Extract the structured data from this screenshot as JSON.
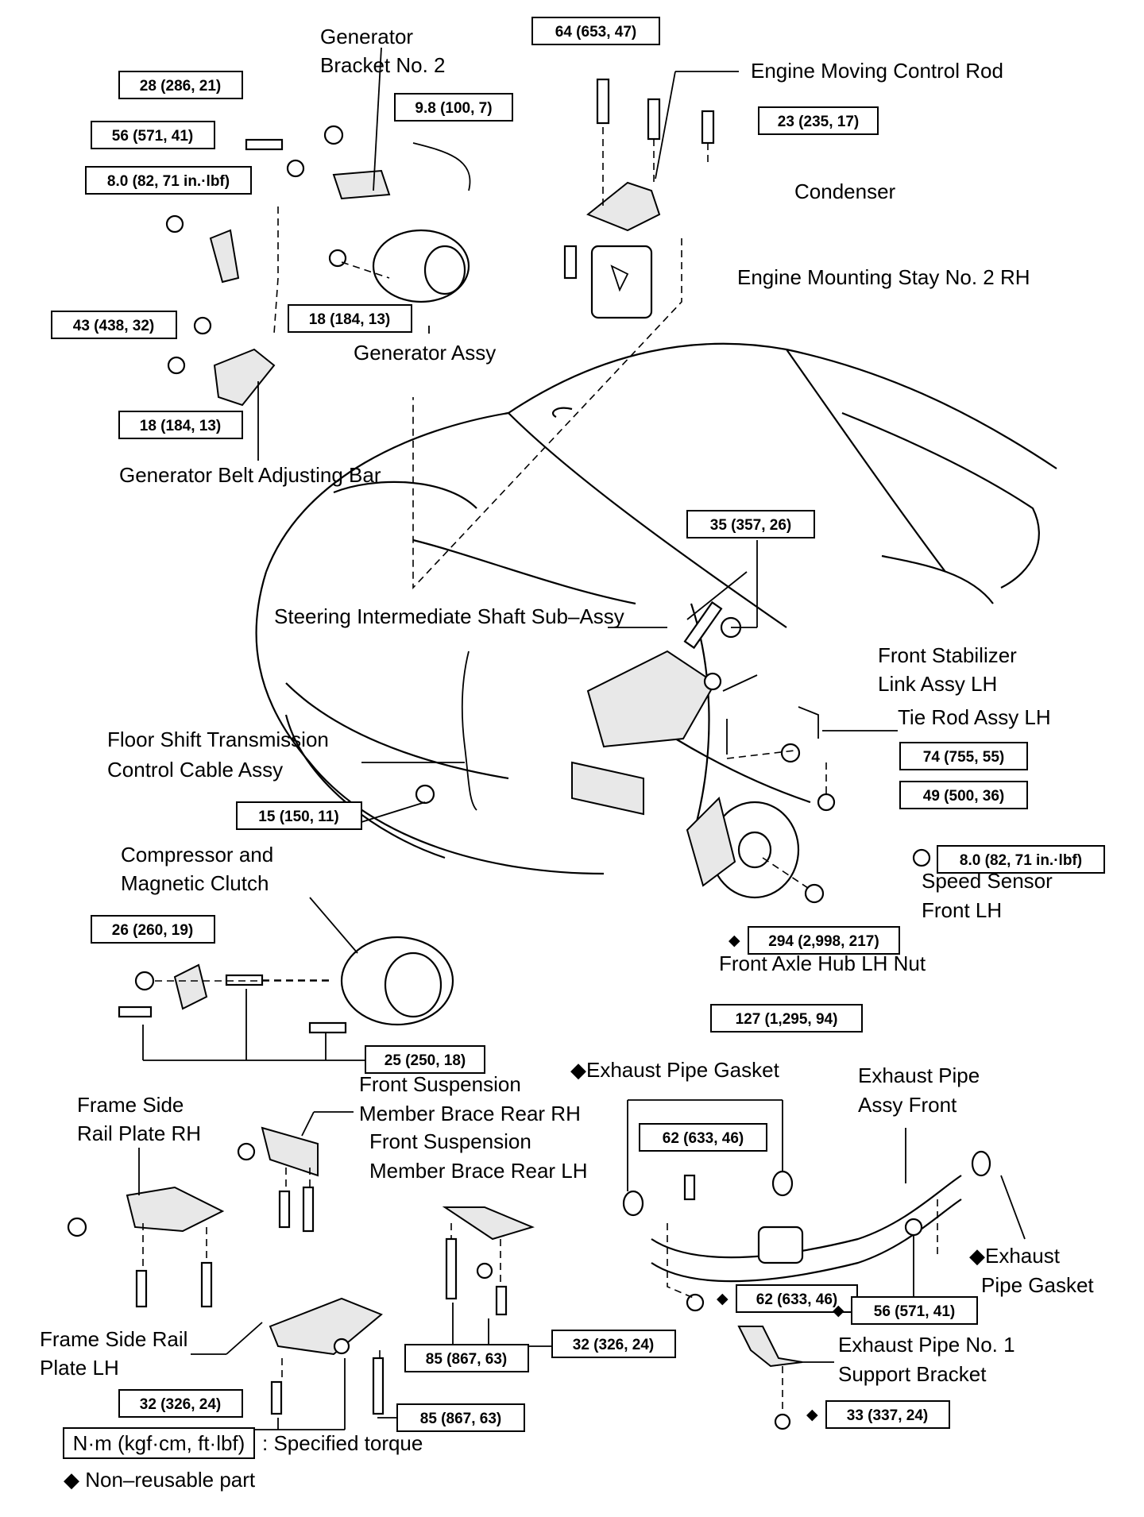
{
  "labels": {
    "generator_bracket_no2": [
      "Generator",
      "Bracket No. 2"
    ],
    "engine_moving_control_rod": "Engine Moving Control Rod",
    "condenser": "Condenser",
    "engine_mounting_stay": "Engine Mounting Stay No. 2 RH",
    "generator_assy": "Generator Assy",
    "generator_belt_adjusting_bar": "Generator Belt Adjusting Bar",
    "steering_shaft": "Steering Intermediate Shaft Sub–Assy",
    "front_stabilizer_link": [
      "Front Stabilizer",
      "Link Assy LH"
    ],
    "tie_rod": "Tie Rod Assy LH",
    "floor_shift_cable": [
      "Floor Shift Transmission",
      "Control Cable Assy"
    ],
    "compressor": [
      "Compressor and",
      "Magnetic Clutch"
    ],
    "speed_sensor": [
      "Speed Sensor",
      "Front LH"
    ],
    "front_axle_hub_nut": "Front Axle Hub LH Nut",
    "exhaust_gasket_top": "◆Exhaust Pipe Gasket",
    "exhaust_pipe_front": [
      "Exhaust Pipe",
      "Assy Front"
    ],
    "front_susp_brace_rh": [
      "Front Suspension",
      "Member Brace Rear RH"
    ],
    "front_susp_brace_lh": [
      "Front Suspension",
      "Member Brace Rear LH"
    ],
    "frame_side_rail_rh": [
      "Frame Side",
      "Rail Plate RH"
    ],
    "frame_side_rail_lh": [
      "Frame Side Rail",
      "Plate LH"
    ],
    "exhaust_gasket_right": [
      "◆Exhaust",
      "Pipe Gasket"
    ],
    "exhaust_support_bracket": [
      "Exhaust Pipe No. 1",
      "Support Bracket"
    ]
  },
  "torques": {
    "t64": "64 (653, 47)",
    "t28": "28 (286, 21)",
    "t98": "9.8 (100, 7)",
    "t56a": "56 (571, 41)",
    "t23": "23 (235, 17)",
    "t80a": "8.0 (82, 71 in.·lbf)",
    "t18a": "18 (184, 13)",
    "t43": "43 (438, 32)",
    "t18b": "18 (184, 13)",
    "t35": "35 (357, 26)",
    "t74": "74 (755, 55)",
    "t49": "49 (500, 36)",
    "t15": "15 (150, 11)",
    "t80b": "8.0 (82, 71 in.·lbf)",
    "t26": "26 (260, 19)",
    "t294": "294 (2,998, 217)",
    "t127": "127 (1,295, 94)",
    "t25": "25 (250, 18)",
    "t62a": "62 (633, 46)",
    "t62b": "62 (633, 46)",
    "t56b": "56 (571, 41)",
    "t32a": "32 (326, 24)",
    "t85a": "85 (867, 63)",
    "t32b": "32 (326, 24)",
    "t85b": "85 (867, 63)",
    "t33": "33 (337, 24)"
  },
  "legend": {
    "unit_box": "N·m (kgf·cm, ft·lbf)",
    "unit_text": ": Specified torque",
    "nonreusable": "◆ Non–reusable part"
  },
  "diamond": "◆"
}
